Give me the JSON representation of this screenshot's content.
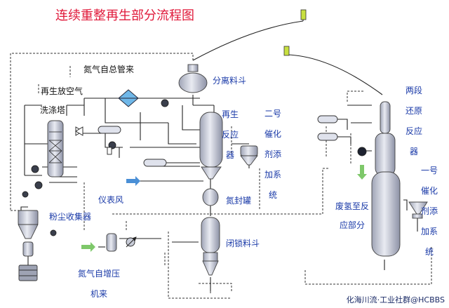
{
  "title": "连续重整再生部分流程图",
  "labels": {
    "nitrogen_header": "氮气自总管来",
    "vent_air": "再生放空气",
    "wash_tower": "洗涤塔",
    "separation_hopper": "分离料斗",
    "regen_reactor": "再生反应器",
    "second_catalyst_addition": "二号催化剂添加系统",
    "two_stage_reduction": "两段还原反应器",
    "first_catalyst_addition": "一号催化剂添加系统",
    "instrument_air": "仪表风",
    "dust_collector": "粉尘收集器",
    "nitrogen_seal_tank": "氮封罐",
    "waste_hydrogen": "废氢至反应部分",
    "lock_hopper": "闭锁料斗",
    "nitrogen_compressor": "氮气自增压机来"
  },
  "watermark": "化海川流·工业社群@HCBBS",
  "colors": {
    "vessel_fill": "#c8ccd8",
    "line": "#222222",
    "dashed": "#333333",
    "label_text": "#1a3aa8",
    "title_text": "#e0193a",
    "accent_arrow": "#4a8fd6",
    "nitrogen_arrow": "#7ec86a",
    "marker": "#c8e040"
  }
}
